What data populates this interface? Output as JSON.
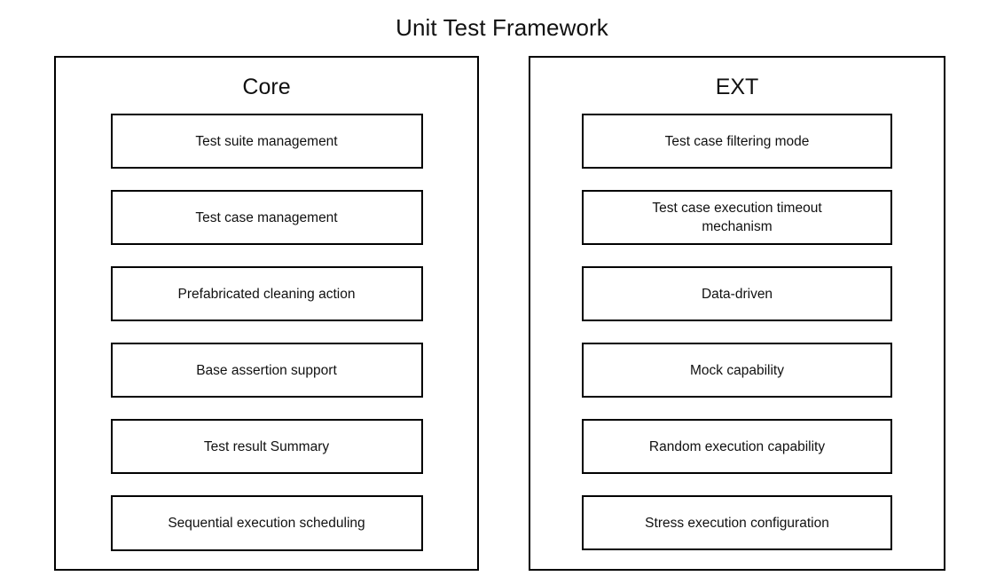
{
  "title": "Unit Test Framework",
  "panels": [
    {
      "id": "core",
      "heading": "Core",
      "items": [
        {
          "label": "Test suite management"
        },
        {
          "label": "Test case management"
        },
        {
          "label": "Prefabricated cleaning action"
        },
        {
          "label": "Base assertion support"
        },
        {
          "label": "Test result Summary"
        },
        {
          "label": "Sequential execution scheduling"
        }
      ]
    },
    {
      "id": "ext",
      "heading": "EXT",
      "items": [
        {
          "label": "Test case filtering mode"
        },
        {
          "label": "Test case execution timeout\nmechanism"
        },
        {
          "label": "Data-driven"
        },
        {
          "label": "Mock capability"
        },
        {
          "label": "Random execution capability"
        },
        {
          "label": "Stress execution configuration"
        }
      ]
    }
  ],
  "colors": {
    "background": "#ffffff",
    "stroke": "#000000",
    "text": "#111111"
  }
}
